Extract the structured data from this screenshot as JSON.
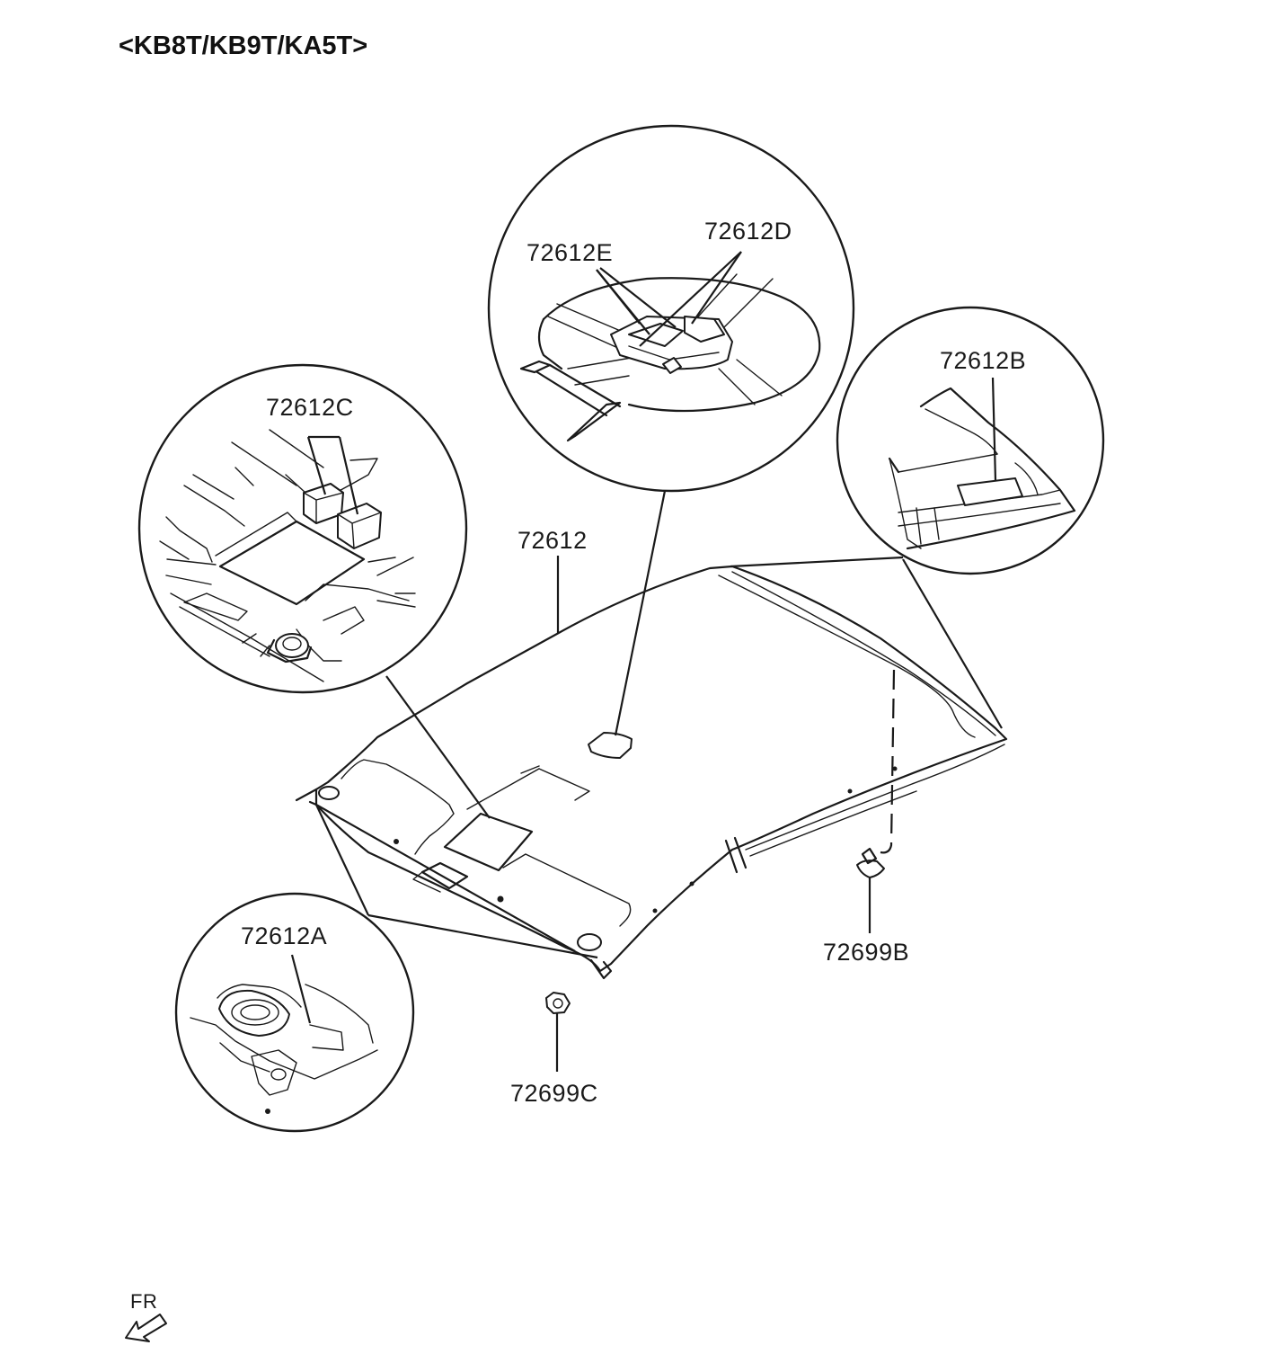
{
  "title": "<KB8T/KB9T/KA5T>",
  "front_marker": "FR",
  "parts": [
    {
      "key": "headlining",
      "label": "72612"
    },
    {
      "key": "a",
      "label": "72612A"
    },
    {
      "key": "b",
      "label": "72612B"
    },
    {
      "key": "c",
      "label": "72612C"
    },
    {
      "key": "d",
      "label": "72612D"
    },
    {
      "key": "e",
      "label": "72612E"
    },
    {
      "key": "clip_b",
      "label": "72699B"
    },
    {
      "key": "clip_c",
      "label": "72699C"
    }
  ]
}
